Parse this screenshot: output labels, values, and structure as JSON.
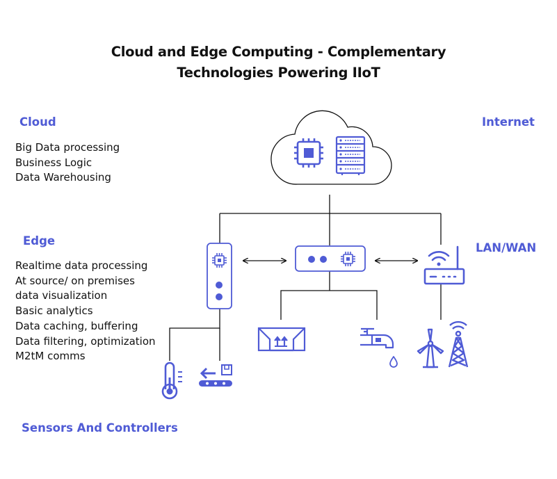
{
  "title": {
    "line1": "Cloud and Edge Computing - Complementary",
    "line2": "Technologies Powering IIoT"
  },
  "cloud": {
    "heading": "Cloud",
    "items": [
      "Big Data processing",
      "Business Logic",
      "Data Warehousing"
    ]
  },
  "edge": {
    "heading": "Edge",
    "items": [
      "Realtime data processing",
      "At source/ on premises",
      "data visualization",
      "Basic analytics",
      "Data caching, buffering",
      "Data filtering, optimization",
      "M2tM comms"
    ]
  },
  "sensors": {
    "heading": "Sensors And Controllers"
  },
  "labels": {
    "internet": "Internet",
    "lan_wan": "LAN/WAN"
  },
  "colors": {
    "accent": "#4f5bd5",
    "line": "#111111",
    "text": "#111111"
  },
  "icons": [
    "cloud-icon",
    "cpu-chip-icon",
    "server-rack-icon",
    "edge-gateway-icon",
    "edge-hub-icon",
    "wifi-router-icon",
    "thermometer-icon",
    "conveyor-belt-icon",
    "package-icon",
    "water-tap-icon",
    "wind-turbine-icon",
    "transmission-tower-icon",
    "double-arrow-icon"
  ]
}
